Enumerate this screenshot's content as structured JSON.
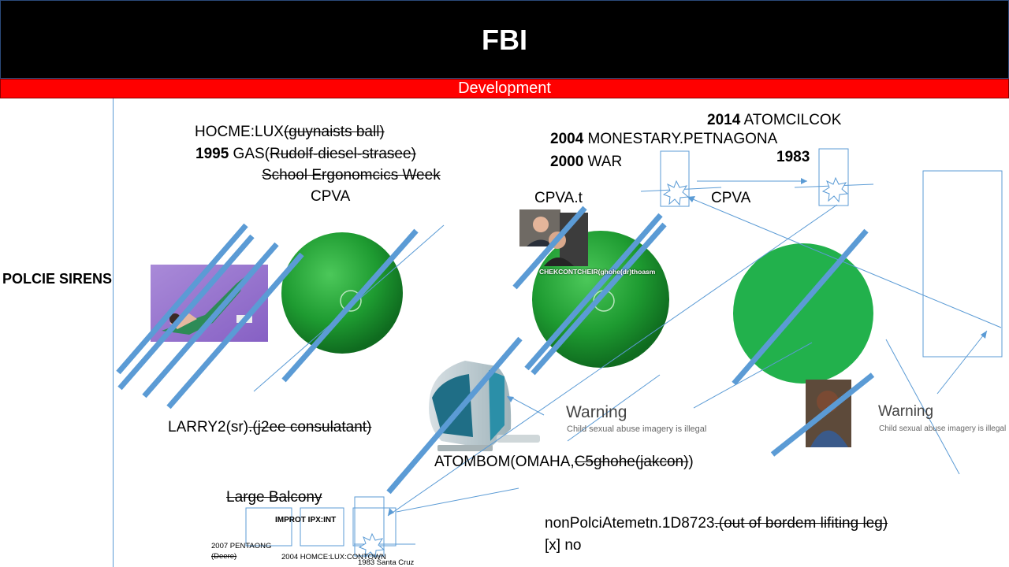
{
  "header": {
    "title": "FBI",
    "subtitle": "Development"
  },
  "side_label": "POLCIE SIRENS",
  "left_block": {
    "line1_prefix": "HOCME:LUX",
    "line1_strike": "(guynaists ball)",
    "line2_year": "1995",
    "line2_prefix": " GAS(",
    "line2_strike": "Rudolf-diesel-strasee)",
    "line3_strike": "School Ergonomcics Week",
    "line4": "CPVA"
  },
  "mid_block": {
    "line1_year": "2014",
    "line1_text": " ATOMCILCOK",
    "line2_year": "2004",
    "line2_text": " MONESTARY.PETNAGONA",
    "line3_year": "2000",
    "line3_text": " WAR",
    "year_1983": "1983",
    "cpva_t": "CPVA.t",
    "cpva": "CPVA",
    "photo_caption": "CHEKCONTCHEIR(ghohe(dr)thoasm"
  },
  "larry": {
    "prefix": "LARRY2(sr)",
    "strike": ".(j2ee consulatant)"
  },
  "atombom": {
    "prefix": "ATOMBOM(OMAHA,",
    "strike": "C5ghohe(jakcon)",
    "suffix": ")"
  },
  "warnings": [
    {
      "title": "Warning",
      "body": "Child sexual abuse imagery is illegal"
    },
    {
      "title": "Warning",
      "body": "Child sexual abuse imagery is illegal"
    }
  ],
  "bottom": {
    "large_balcony": "Large Balcony",
    "improt": "IMPROT IPX:INT",
    "pentagon": "2007 PENTAONG",
    "deere": "(Deere)",
    "homce": "2004 HOMCE:LUX:CONTOWN",
    "santa_cruz": "1983 Santa Cruz",
    "nonpolci_prefix": "nonPolciAtemetn.1D8723",
    "nonpolci_strike": ".(out of bordem lifiting leg)",
    "x_no": "[x] no"
  },
  "colors": {
    "header_bg": "#000000",
    "subheader_bg": "#ff0000",
    "line": "#5b9bd5",
    "ball_green": "#1fa43a"
  }
}
